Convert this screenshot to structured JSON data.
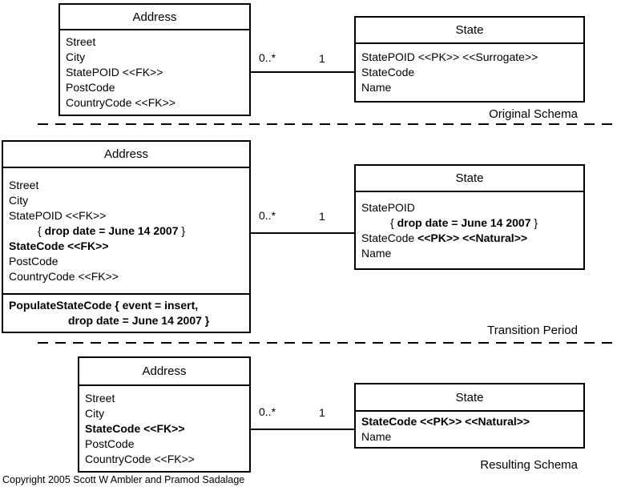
{
  "colors": {
    "line": "#000000",
    "background": "#ffffff",
    "text": "#000000"
  },
  "copyright": "Copyright 2005 Scott W Ambler and Pramod Sadalage",
  "sections": [
    {
      "label": "Original Schema",
      "association": {
        "left_multiplicity": "0..*",
        "right_multiplicity": "1"
      },
      "address": {
        "title": "Address",
        "attributes": [
          {
            "segs": [
              {
                "t": "Street",
                "b": false
              }
            ]
          },
          {
            "segs": [
              {
                "t": "City",
                "b": false
              }
            ]
          },
          {
            "segs": [
              {
                "t": "StatePOID <<FK>>",
                "b": false
              }
            ]
          },
          {
            "segs": [
              {
                "t": "PostCode",
                "b": false
              }
            ]
          },
          {
            "segs": [
              {
                "t": "CountryCode <<FK>>",
                "b": false
              }
            ]
          }
        ]
      },
      "state": {
        "title": "State",
        "attributes": [
          {
            "segs": [
              {
                "t": "StatePOID <<PK>> <<Surrogate>>",
                "b": false
              }
            ]
          },
          {
            "segs": [
              {
                "t": "StateCode",
                "b": false
              }
            ]
          },
          {
            "segs": [
              {
                "t": "Name",
                "b": false
              }
            ]
          }
        ]
      }
    },
    {
      "label": "Transition Period",
      "association": {
        "left_multiplicity": "0..*",
        "right_multiplicity": "1"
      },
      "address": {
        "title": "Address",
        "attributes": [
          {
            "segs": [
              {
                "t": "Street",
                "b": false
              }
            ]
          },
          {
            "segs": [
              {
                "t": "City",
                "b": false
              }
            ]
          },
          {
            "segs": [
              {
                "t": "StatePOID <<FK>>",
                "b": false
              }
            ]
          },
          {
            "indent": 1,
            "segs": [
              {
                "t": "{ ",
                "b": false
              },
              {
                "t": "drop date = June 14 2007",
                "b": true
              },
              {
                "t": " }",
                "b": false
              }
            ]
          },
          {
            "segs": [
              {
                "t": "StateCode <<FK>>",
                "b": true
              }
            ]
          },
          {
            "segs": [
              {
                "t": "PostCode",
                "b": false
              }
            ]
          },
          {
            "segs": [
              {
                "t": "CountryCode <<FK>>",
                "b": false
              }
            ]
          }
        ],
        "operations": [
          {
            "segs": [
              {
                "t": "PopulateStateCode { event = insert,",
                "b": true
              }
            ]
          },
          {
            "indent": 2,
            "segs": [
              {
                "t": "drop date = June 14 2007 }",
                "b": true
              }
            ]
          }
        ]
      },
      "state": {
        "title": "State",
        "attributes": [
          {
            "segs": [
              {
                "t": "StatePOID",
                "b": false
              }
            ]
          },
          {
            "indent": 1,
            "segs": [
              {
                "t": "{ ",
                "b": false
              },
              {
                "t": "drop date = June 14 2007",
                "b": true
              },
              {
                "t": " }",
                "b": false
              }
            ]
          },
          {
            "segs": [
              {
                "t": "StateCode ",
                "b": false
              },
              {
                "t": "<<PK>> <<Natural>>",
                "b": true
              }
            ]
          },
          {
            "segs": [
              {
                "t": "Name",
                "b": false
              }
            ]
          }
        ]
      }
    },
    {
      "label": "Resulting Schema",
      "association": {
        "left_multiplicity": "0..*",
        "right_multiplicity": "1"
      },
      "address": {
        "title": "Address",
        "attributes": [
          {
            "segs": [
              {
                "t": "Street",
                "b": false
              }
            ]
          },
          {
            "segs": [
              {
                "t": "City",
                "b": false
              }
            ]
          },
          {
            "segs": [
              {
                "t": "StateCode <<FK>>",
                "b": true
              }
            ]
          },
          {
            "segs": [
              {
                "t": "PostCode",
                "b": false
              }
            ]
          },
          {
            "segs": [
              {
                "t": "CountryCode <<FK>>",
                "b": false
              }
            ]
          }
        ]
      },
      "state": {
        "title": "State",
        "attributes": [
          {
            "segs": [
              {
                "t": "StateCode <<PK>> <<Natural>>",
                "b": true
              }
            ]
          },
          {
            "segs": [
              {
                "t": "Name",
                "b": false
              }
            ]
          }
        ]
      }
    }
  ]
}
